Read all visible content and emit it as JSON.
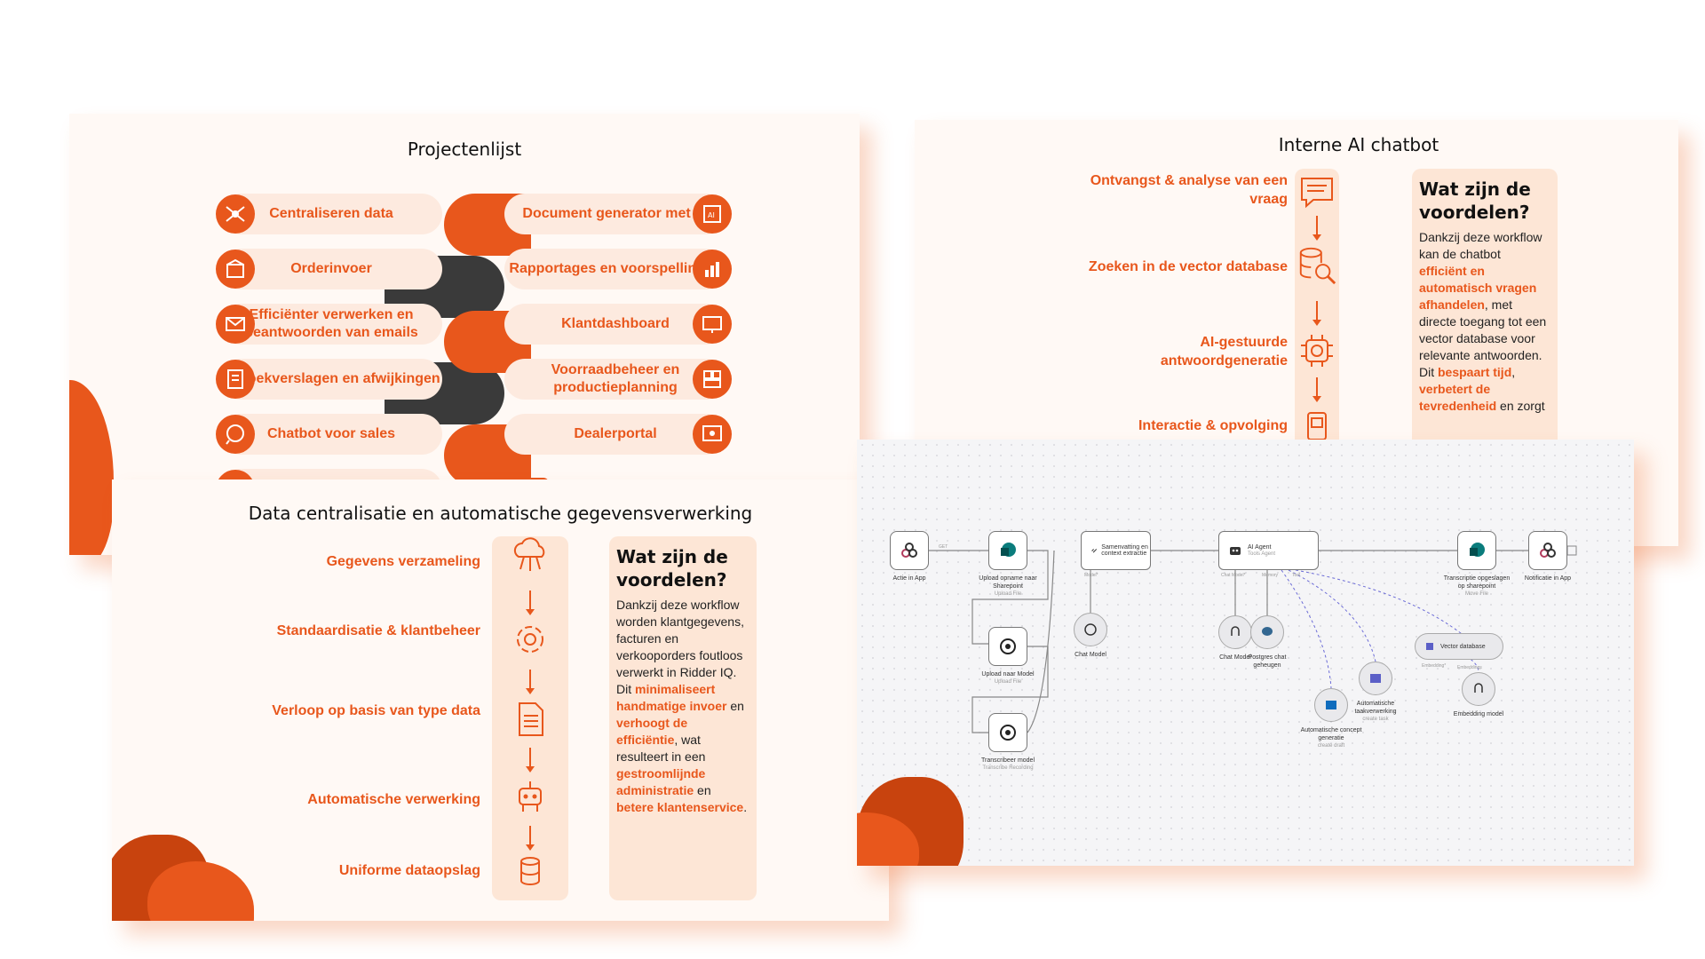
{
  "slides": {
    "projects": {
      "title": "Projectenlijst",
      "left_items": [
        "Centraliseren data",
        "Orderinvoer",
        "Efficiënter verwerken en beantwoorden van emails",
        "Bezoekverslagen en afwijkingen",
        "Chatbot voor sales"
      ],
      "right_items": [
        "Document generator met AI",
        "Rapportages en voorspellingen",
        "Klantdashboard",
        "Voorraadbeheer en productieplanning",
        "Dealerportal"
      ]
    },
    "chatbot": {
      "title": "Interne AI chatbot",
      "steps": [
        "Ontvangst & analyse van een vraag",
        "Zoeken in de vector database",
        "AI-gestuurde antwoordgeneratie",
        "Interactie & opvolging"
      ],
      "benefits_title": "Wat zijn de voordelen?",
      "benefits": {
        "p1": "Dankzij deze workflow kan de chatbot ",
        "h1": "efficiënt en automatisch vragen afhandelen",
        "p2": ", met directe toegang tot een vector database voor relevante antwoorden. Dit ",
        "h2": "bespaart tijd",
        "p3": ", ",
        "h3": "verbetert de tevredenheid",
        "p4": " en zorgt"
      }
    },
    "datacentral": {
      "title": "Data centralisatie en automatische gegevensverwerking",
      "steps": [
        "Gegevens verzameling",
        "Standaardisatie & klantbeheer",
        "Verloop op basis van type data",
        "Automatische verwerking",
        "Uniforme dataopslag"
      ],
      "benefits_title": "Wat zijn de voordelen?",
      "benefits": {
        "p1": "Dankzij deze workflow worden klantgegevens, facturen en verkooporders foutloos verwerkt in Ridder IQ. Dit ",
        "h1": "minimaliseert handmatige invoer",
        "p2": " en ",
        "h2": "verhoogt de efficiëntie",
        "p3": ", wat resulteert in een ",
        "h3": "gestroomlijnde administratie",
        "p4": " en ",
        "h4": "betere klantenservice",
        "p5": "."
      }
    },
    "workflow": {
      "nodes": {
        "trigger": {
          "label": "Actie in App"
        },
        "upload_sp": {
          "label": "Upload opname naar Sharepoint",
          "sub": "Upload File"
        },
        "upload_model": {
          "label": "Upload naar Model",
          "sub": "Upload File"
        },
        "transcribe": {
          "label": "Transcribeer model",
          "sub": "Transcribe Recording"
        },
        "summary": {
          "label": "Samenvatting en context extractie"
        },
        "chat_model_1": {
          "label": "Chat Model"
        },
        "agent": {
          "label": "AI Agent",
          "sub": "Tools Agent"
        },
        "chat_model_2": {
          "label": "Chat Model"
        },
        "postgres": {
          "label": "Postgres chat geheugen"
        },
        "concept": {
          "label": "Automatische concept generatie",
          "sub": "create draft"
        },
        "task": {
          "label": "Automatische taakverwerking",
          "sub": "create task"
        },
        "vector": {
          "label": "Vector database"
        },
        "embedding": {
          "label": "Embedding model"
        },
        "transcript_sp": {
          "label": "Transcriptie opgeslagen op sharepoint",
          "sub": "Move File"
        },
        "notify": {
          "label": "Notificatie in App"
        }
      },
      "edge_labels": {
        "get": "GET",
        "model": "Model*",
        "chat_model": "Chat Model*",
        "memory": "Memory",
        "tool": "Tool",
        "embedding": "Embedding*",
        "embeddings": "Embeddings"
      }
    }
  },
  "colors": {
    "accent": "#e8571c",
    "accent_dark": "#c8430e",
    "panel": "#fde6d6",
    "slide_bg": "#fff9f5",
    "puzzle_dark": "#3a3a3a"
  }
}
